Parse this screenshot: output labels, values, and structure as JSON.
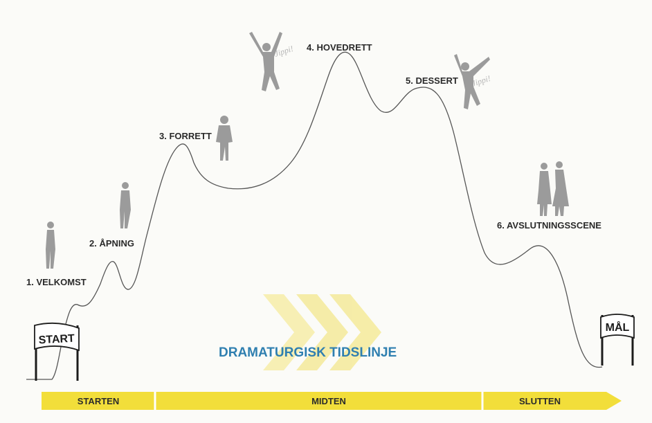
{
  "title": "DRAMATURGISK TIDSLINJE",
  "stages": [
    {
      "label": "1. VELKOMST"
    },
    {
      "label": "2. ÅPNING"
    },
    {
      "label": "3. FORRETT"
    },
    {
      "label": "4. HOVEDRETT"
    },
    {
      "label": "5. DESSERT"
    },
    {
      "label": "6. AVSLUTNINGSSCENE"
    }
  ],
  "flags": {
    "start": "START",
    "finish": "MÅL"
  },
  "exclamations": [
    "Jippi!",
    "Jippi!"
  ],
  "phases": [
    "STARTEN",
    "MIDTEN",
    "SLUTTEN"
  ],
  "colors": {
    "accent_yellow": "#f2de3a",
    "chevron_yellow": "#f6ec9e",
    "title_blue": "#2f7fb0",
    "figure_gray": "#9b9b9b"
  },
  "icons": [
    "person-silhouette",
    "jumping-person-silhouette",
    "couple-silhouette",
    "start-flag",
    "finish-flag",
    "chevron-arrows"
  ]
}
